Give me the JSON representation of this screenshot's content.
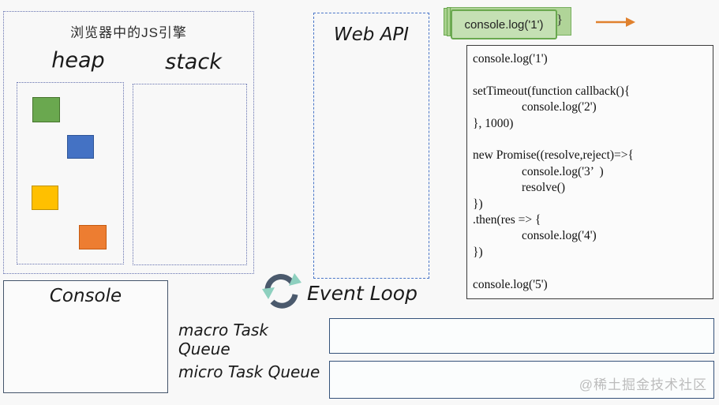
{
  "js_engine": {
    "title": "浏览器中的JS引擎",
    "heap_label": "heap",
    "stack_label": "stack",
    "heap_blocks": [
      {
        "name": "green-block",
        "fill": "#6aa84f",
        "border": "#45732c"
      },
      {
        "name": "blue-block",
        "fill": "#4472c4",
        "border": "#2f5597"
      },
      {
        "name": "yellow-block",
        "fill": "#ffc000",
        "border": "#bf9000"
      },
      {
        "name": "orange-block",
        "fill": "#ed7d31",
        "border": "#c55a11"
      }
    ]
  },
  "web_api": {
    "label": "Web API"
  },
  "snippet": {
    "code": "console.log('1')",
    "brace": "}"
  },
  "code_block": {
    "lines": [
      "console.log('1')",
      "",
      "setTimeout(function callback(){",
      "                console.log('2')",
      "}, 1000)",
      "",
      "new Promise((resolve,reject)=>{",
      "                console.log('3’  )",
      "                resolve()",
      "})",
      ".then(res => {",
      "                console.log('4')",
      "})",
      "",
      "console.log('5')"
    ]
  },
  "console_box": {
    "label": "Console"
  },
  "event_loop": {
    "label": "Event Loop"
  },
  "queues": {
    "macro_label": "macro Task Queue",
    "micro_label": "micro Task Queue"
  },
  "watermark": "@稀土掘金技术社区",
  "colors": {
    "dotted_border": "#6470ae",
    "dashed_border": "#4a76c8",
    "box_border": "#44546a",
    "queue_border": "#35527a",
    "code_border": "#3c3c3c",
    "snippet_fill": "#c5e0b4",
    "snippet_back_fill": "#a9d18e",
    "snippet_border": "#6aa84f",
    "arrow_color": "#e0812e",
    "loop_arc": "#4b5a6d",
    "loop_arrow": "#8ed0bf",
    "watermark_color": "#bcbcbc"
  }
}
